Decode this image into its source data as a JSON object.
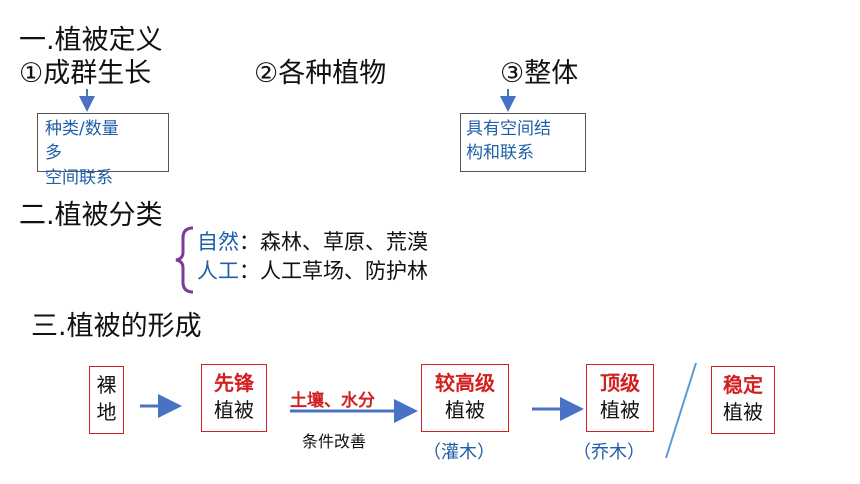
{
  "section1": {
    "title": "一.植被定义",
    "point1": "①成群生长",
    "point2": "②各种植物",
    "point3": "③整体",
    "note1": [
      "种类/数量",
      "多",
      "空间联系"
    ],
    "note3": [
      "具有空间结",
      "构和联系"
    ]
  },
  "section2": {
    "title": "二.植被分类",
    "natural_label": "自然",
    "natural_items": "：森林、草原、荒漠",
    "artificial_label": "人工",
    "artificial_items": "：人工草场、防护林"
  },
  "section3": {
    "title": "三.植被的形成",
    "stage1": [
      "裸",
      "地"
    ],
    "stage2": [
      "先锋",
      "植被"
    ],
    "stage3": [
      "较高级",
      "植被"
    ],
    "stage4": [
      "顶级",
      "植被"
    ],
    "stage5": [
      "稳定",
      "植被"
    ],
    "arrow2_top": "土壤、水分",
    "arrow2_bottom": "条件改善",
    "stage3_note": "（灌木）",
    "stage4_note": "（乔木）"
  },
  "colors": {
    "accent_blue": "#1f5fa8",
    "arrow_blue": "#4a72c4",
    "red": "#d21f1f",
    "brace_purple": "#7b3a9c"
  }
}
